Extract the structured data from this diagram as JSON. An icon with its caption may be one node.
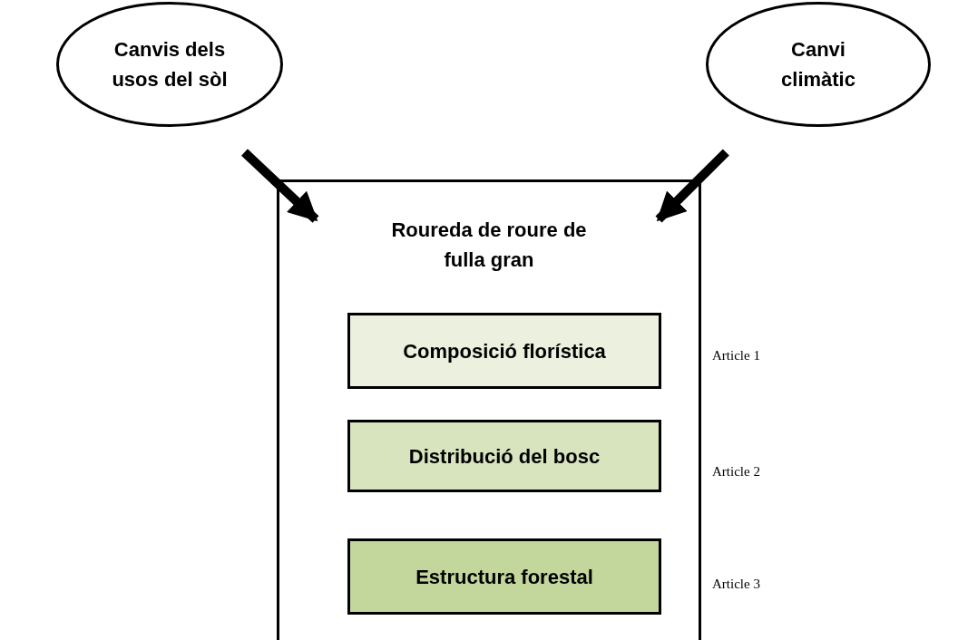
{
  "diagram": {
    "nodes": [
      {
        "text": [
          "Canvis dels usos del sòl"
        ]
      },
      {
        "text": [
          "Canvi climàtic"
        ]
      },
      {
        "text": [
          "Roureda de roure de fulla gran"
        ]
      },
      {
        "text": [
          "Composició florística"
        ],
        "in": 2,
        "beside": [
          "Article 1"
        ]
      },
      {
        "text": [
          "Distribució del bosc"
        ],
        "in": 2,
        "beside": [
          "Article 2"
        ]
      },
      {
        "text": [
          "Estructura forestal"
        ],
        "in": 2,
        "beside": [
          "Article 3"
        ]
      }
    ],
    "edges": [
      {
        "from": 0,
        "to": 2,
        "arrow": "to"
      },
      {
        "from": 1,
        "to": 2,
        "arrow": "to"
      }
    ]
  }
}
